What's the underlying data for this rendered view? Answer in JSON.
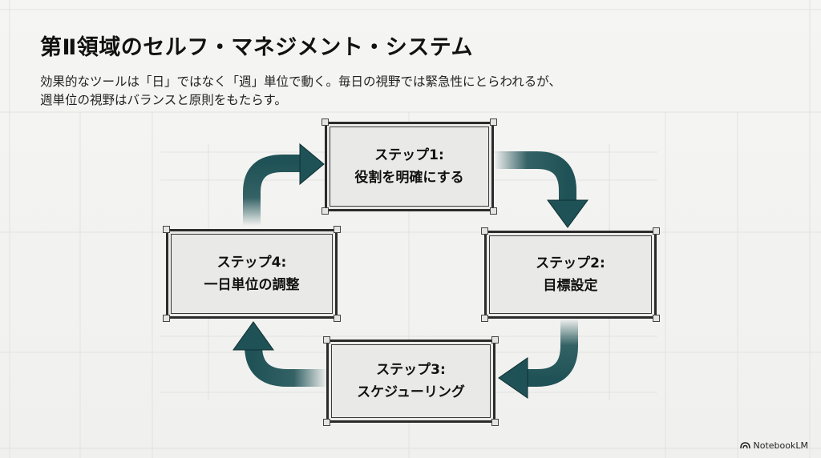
{
  "title": "第Ⅱ領域のセルフ・マネジメント・システム",
  "subtitle": {
    "line1": "効果的なツールは「日」ではなく「週」単位で動く。毎日の視野では緊急性にとらわれるが、",
    "line2": "週単位の視野はバランスと原則をもたらす。"
  },
  "steps": [
    {
      "label": "ステップ1:",
      "text": "役割を明確にする"
    },
    {
      "label": "ステップ2:",
      "text": "目標設定"
    },
    {
      "label": "ステップ3:",
      "text": "スケジューリング"
    },
    {
      "label": "ステップ4:",
      "text": "一日単位の調整"
    }
  ],
  "colors": {
    "arrow": "#1f5256",
    "box_fill": "#e9e9e7",
    "box_border": "#2b2b2b"
  },
  "brand": {
    "name": "NotebookLM",
    "icon": "notebooklm-logo-icon"
  }
}
